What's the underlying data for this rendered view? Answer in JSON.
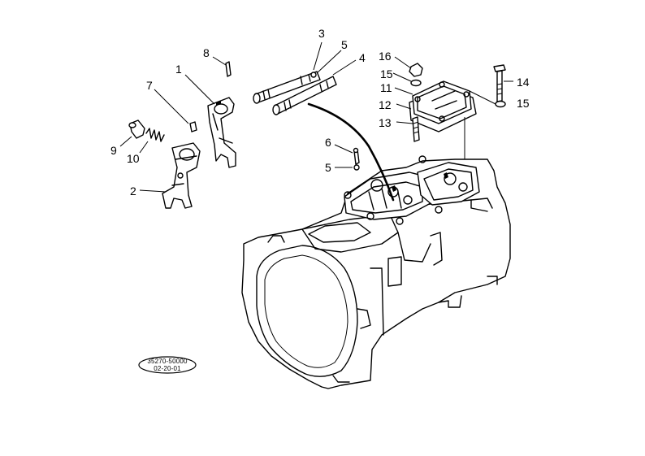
{
  "callouts": [
    {
      "id": "1",
      "label": "1"
    },
    {
      "id": "2",
      "label": "2"
    },
    {
      "id": "3",
      "label": "3"
    },
    {
      "id": "4",
      "label": "4"
    },
    {
      "id": "5a",
      "label": "5"
    },
    {
      "id": "5b",
      "label": "5"
    },
    {
      "id": "6",
      "label": "6"
    },
    {
      "id": "7",
      "label": "7"
    },
    {
      "id": "8",
      "label": "8"
    },
    {
      "id": "9",
      "label": "9"
    },
    {
      "id": "10",
      "label": "10"
    },
    {
      "id": "11",
      "label": "11"
    },
    {
      "id": "12",
      "label": "12"
    },
    {
      "id": "13",
      "label": "13"
    },
    {
      "id": "14",
      "label": "14"
    },
    {
      "id": "15a",
      "label": "15"
    },
    {
      "id": "15b",
      "label": "15"
    },
    {
      "id": "16",
      "label": "16"
    }
  ],
  "drawing_code": {
    "line1": "35270-50000",
    "line2": "02-20-01"
  }
}
